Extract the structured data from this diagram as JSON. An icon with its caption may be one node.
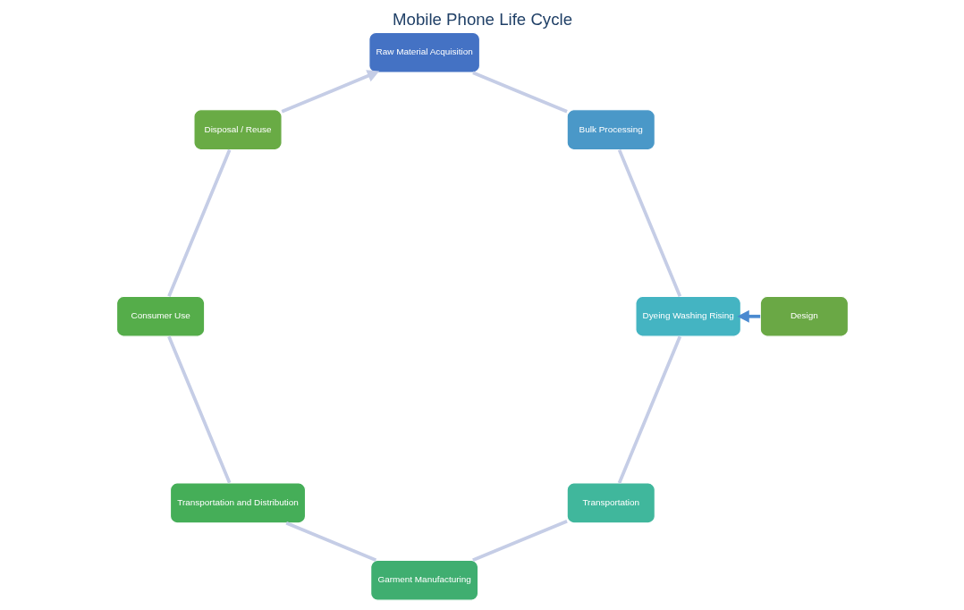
{
  "diagram": {
    "title": "Mobile Phone Life Cycle",
    "nodes": [
      {
        "text": [
          "Raw Material Acquisition"
        ]
      },
      {
        "text": [
          "Bulk Processing"
        ]
      },
      {
        "text": [
          "Dyeing Washing Rising"
        ]
      },
      {
        "text": [
          "Transportation"
        ]
      },
      {
        "text": [
          "Garment Manufacturing"
        ]
      },
      {
        "text": [
          "Transportation and Distribution"
        ]
      },
      {
        "text": [
          "Consumer Use"
        ]
      },
      {
        "text": [
          "Disposal / Reuse"
        ]
      },
      {
        "text": [
          "Design"
        ]
      }
    ],
    "edges": [
      {
        "from": 0,
        "to": 1,
        "arrow": "none"
      },
      {
        "from": 1,
        "to": 2,
        "arrow": "none"
      },
      {
        "from": 2,
        "to": 3,
        "arrow": "none"
      },
      {
        "from": 3,
        "to": 4,
        "arrow": "none"
      },
      {
        "from": 4,
        "to": 5,
        "arrow": "none"
      },
      {
        "from": 5,
        "to": 6,
        "arrow": "none"
      },
      {
        "from": 6,
        "to": 7,
        "arrow": "none"
      },
      {
        "from": 7,
        "to": 0,
        "arrow": "to"
      },
      {
        "from": 8,
        "to": 2,
        "arrow": "to",
        "color": "#4a8ad0"
      }
    ]
  }
}
